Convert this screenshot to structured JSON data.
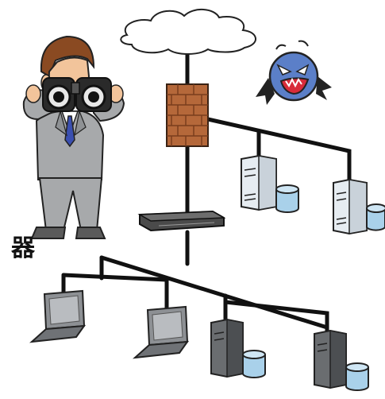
{
  "illustration": {
    "subject": "network-monitoring",
    "elements": [
      "internet-cloud",
      "firewall",
      "network-switch",
      "laptops",
      "servers",
      "databases",
      "administrator-with-binoculars",
      "malicious-bat-virus"
    ]
  },
  "cropped_text": "器、",
  "colors": {
    "firewall_brick": "#b5683a",
    "suit": "#a7a9ab",
    "hair": "#8a4a22",
    "skin": "#f2c49b",
    "tie": "#3a4fb0",
    "virus_body": "#5b7fc8",
    "virus_mouth": "#d82c3a",
    "server_light": "#e6ecf1",
    "database_blue": "#a9d1ea",
    "cable": "#111111"
  }
}
